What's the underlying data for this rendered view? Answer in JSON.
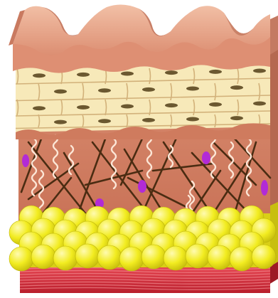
{
  "diagram": {
    "layers": [
      "epidermis-surface",
      "epidermis-cells",
      "dermis",
      "subcutaneous-fat",
      "muscle"
    ],
    "colors": {
      "surface_top": "#e8aa8c",
      "surface_face": "#df9478",
      "surface_side": "#c47a62",
      "cell_fill": "#f7e9b9",
      "cell_stroke": "#d4b57c",
      "nucleus": "#6b5830",
      "dermis_face": "#cf7b5e",
      "dermis_side": "#b0644b",
      "collagen": "#4a2c12",
      "elastin": "#fbe0d0",
      "vessel": "#b22bd6",
      "fat": "#f4f028",
      "fat_shadow": "#c9c210",
      "muscle": "#d5303e",
      "muscle_stripe": "#f07a80"
    }
  }
}
